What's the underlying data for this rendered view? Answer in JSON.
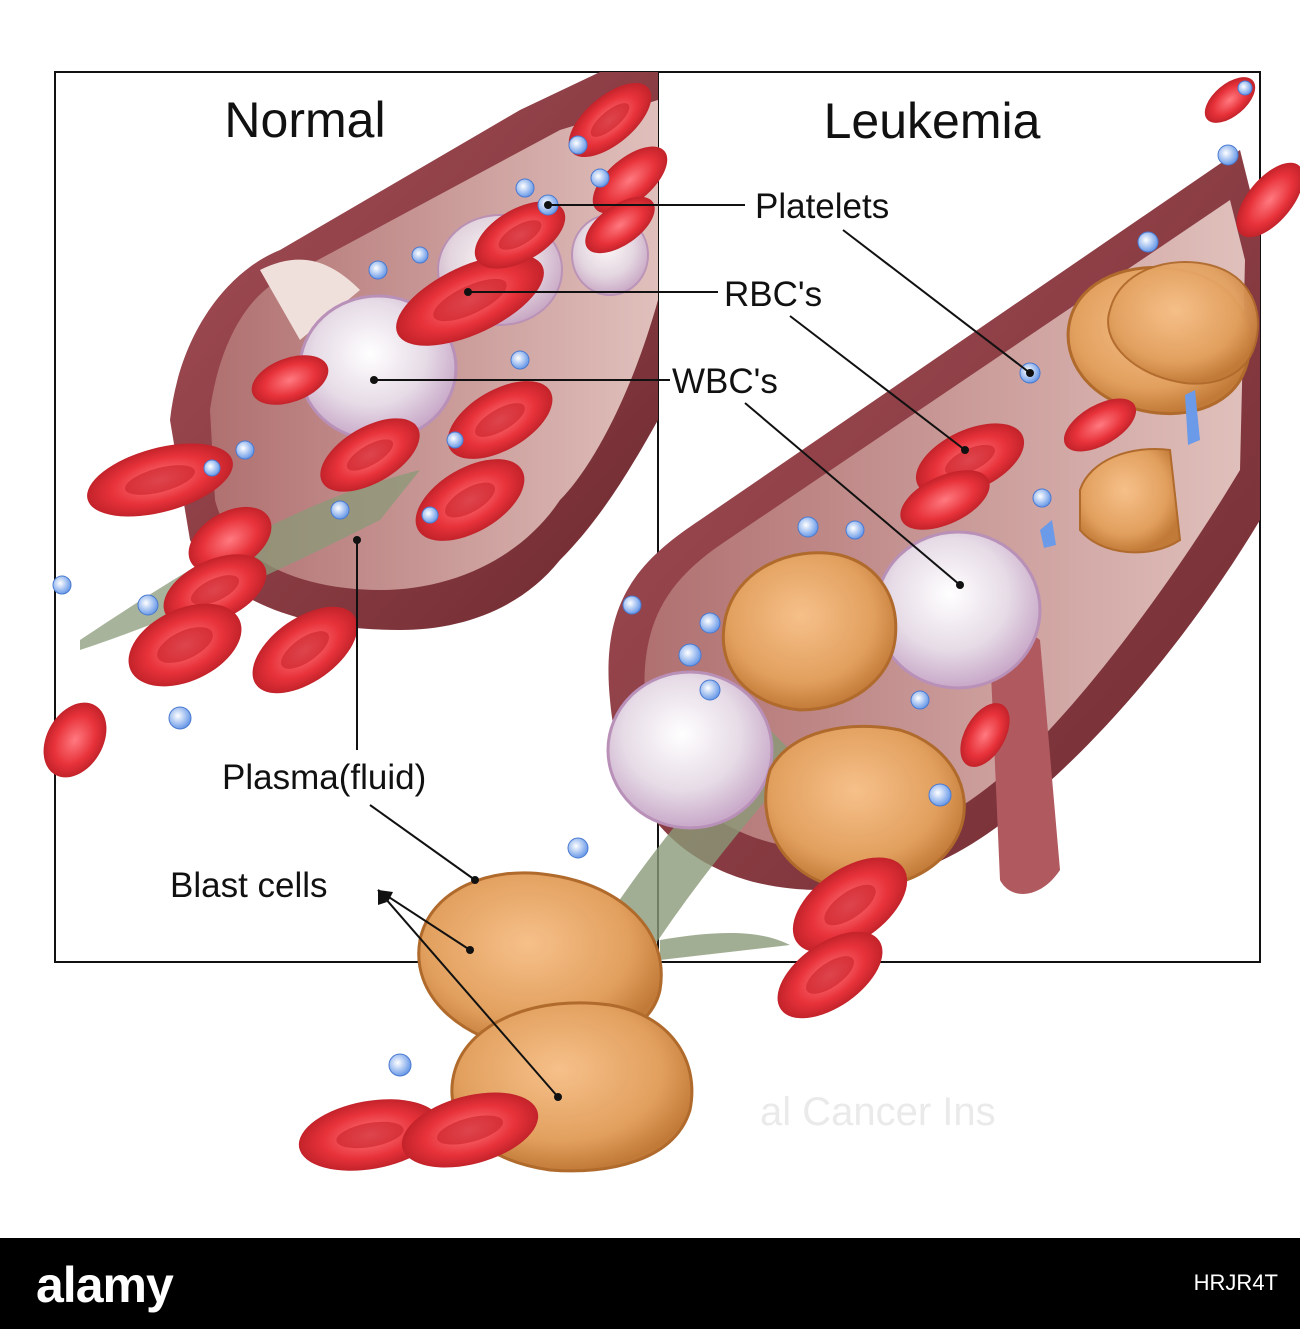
{
  "panels": {
    "left_title": "Normal",
    "right_title": "Leukemia"
  },
  "labels": {
    "platelets": "Platelets",
    "rbcs": "RBC's",
    "wbcs": "WBC's",
    "plasma": "Plasma(fluid)",
    "blast_cells": "Blast cells"
  },
  "colors": {
    "vessel_wall": "#8a3a40",
    "vessel_inner": "#c89a9a",
    "rbc": "#e8323a",
    "wbc": "#e6dbe6",
    "blast": "#e2a05e",
    "platelet": "#6a9ae8",
    "plasma_flow": "#8a9a78"
  },
  "watermark": {
    "partial_text": "al Cancer Ins"
  },
  "footer": {
    "brand": "alamy",
    "image_id": "HRJR4T"
  }
}
